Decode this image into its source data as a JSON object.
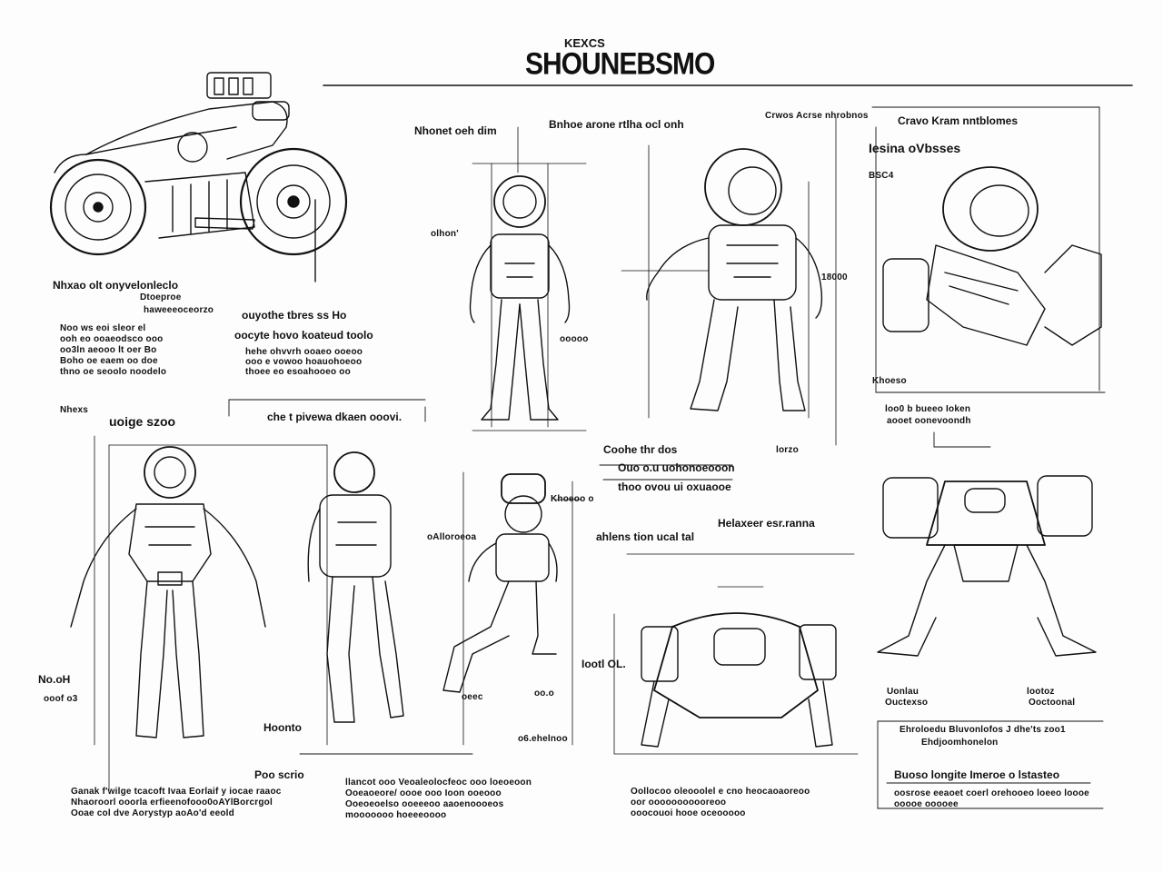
{
  "header": {
    "kicker": "KEXCS",
    "title": "SHOUNEBSMO"
  },
  "labels": {
    "l1": "Nhonet oeh dim",
    "l2": "Bnhoe arone rtlha ocl onh",
    "l3": "Crwos Acrse nhrobnos",
    "l4": "Cravo Kram nntblomes",
    "l5": "Iesina oVbsses",
    "l6": "BSC4",
    "l7": "Nhxao olt onyvelonleclo",
    "l8": "Dtoeproe",
    "l9": "haweeeoceorzo",
    "l10": "ouyothe tbres ss Ho",
    "l11": "oocyte hovo koateud toolo",
    "l12": "Khoeso",
    "l13": "Nhexs",
    "l14": "uoige szoo",
    "l15": "che t pivewa dkaen ooovi.",
    "l16": "Coohe thr dos",
    "l17": "Ouo o.u uohonoeooon",
    "l18": "thoo ovou ui oxuaooe",
    "l19": "Helaxeer esr.ranna",
    "l20": "ahlens tion ucal tal",
    "l21": "oAlloroeoa",
    "l22": "Khoeoo o",
    "l23": "loo0 b bueeo Ioken",
    "l24": "aooet oonevoondh",
    "l25": "Uonlau",
    "l26": "lootoz",
    "l27": "Iootl OL.",
    "l28": "Ouctexso",
    "l29": "Ooctoonal",
    "l30": "Ehroloedu Bluvonlofos J dhe'ts zoo1",
    "l31": "Ehdjoomhonelon",
    "l32": "Buoso longite Imeroe o lstasteo",
    "l33": "Hoonto",
    "l34": "Poo scrio",
    "l35": "No.oH",
    "l36": "ooof o3",
    "l37": "ooooo",
    "l38": "olhon'",
    "l39": "lorzo",
    "l40": "18000",
    "l41": "o6.ehelnoo",
    "l42": "oeec",
    "l43": "oo.o"
  },
  "notes": {
    "n1": [
      "Noo ws eoi sleor el",
      "ooh eo ooaeodsco ooo",
      "oo3ln aeooo lt oer Bo",
      "Boho oe eaem oo doe",
      "thno oe seoolo noodelo"
    ],
    "n2": [
      "hehe ohvvrh ooaeo ooeoo",
      "ooo e vowoo hoauohoeoo",
      "thoee eo esoahooeo oo"
    ],
    "n3": [
      "Ganak f'wilge tcacoft Ivaa Eorlaif y iocae raaoc",
      "Nhaoroorl ooorla erfieenofooo0oAYlBorcrgol",
      "Ooae col dve Aorystyp aoAo'd eeold"
    ],
    "n4": [
      "llancot ooo Veoaleolocfeoc ooo loeoeoon",
      "Ooeaoeore/ oooe ooo Ioon ooeooo",
      "Ooeoeoelso ooeeeoo aaoenoooeos",
      "mooooooo hoeeeoooo"
    ],
    "n5": [
      "Oollocoo oleooolel e cno heocaoaoreoo",
      "oor ooooooooooreoo",
      "ooocouoi hooe oceooooo"
    ],
    "n6": [
      "oosrose eeaoet coerl orehooeo loeeo loooe",
      "ooooe ooooee"
    ]
  }
}
